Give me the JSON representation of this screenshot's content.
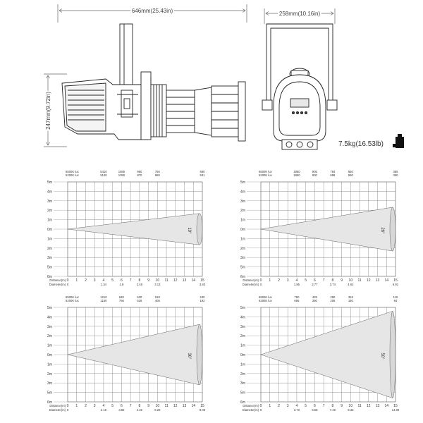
{
  "drawing": {
    "length_label": "646mm(25.43in)",
    "height_label": "247mm(9.72in)",
    "width_label": "258mm(10.16in)",
    "weight_label": "7.5kg(16.53lb)"
  },
  "charts": [
    {
      "angle": "19°",
      "lux_6500_label": "6500K lux",
      "lux_5200_label": "5200K lux",
      "lux_6500": [
        "5410",
        "1585",
        "960",
        "756",
        "590"
      ],
      "lux_5200": [
        "5100",
        "1390",
        "870",
        "680",
        "531"
      ],
      "distance_label": "Distance(m)",
      "diameter_label": "Diameter(m)",
      "distances": [
        "0",
        "1",
        "2",
        "3",
        "4",
        "5",
        "6",
        "7",
        "8",
        "9",
        "10",
        "11",
        "12",
        "13",
        "14",
        "15"
      ],
      "diameters": [
        "0",
        "1.34",
        "1.8",
        "2.48",
        "3.13",
        "3.83"
      ],
      "meters": [
        "5m",
        "4m",
        "3m",
        "2m",
        "1m",
        "0m",
        "1m",
        "2m",
        "3m",
        "5m",
        "6m"
      ],
      "half_spread": 1.66
    },
    {
      "angle": "26°",
      "lux_6500_label": "6500K lux",
      "lux_5200_label": "5200K lux",
      "lux_6500": [
        "1950",
        "905",
        "784",
        "650",
        "385"
      ],
      "lux_5200": [
        "1850",
        "830",
        "698",
        "590",
        "350"
      ],
      "distance_label": "Distance(m)",
      "diameter_label": "Diameter(m)",
      "distances": [
        "0",
        "1",
        "2",
        "3",
        "4",
        "5",
        "6",
        "7",
        "8",
        "9",
        "10",
        "11",
        "12",
        "13",
        "14",
        "15"
      ],
      "diameters": [
        "0",
        "1.85",
        "2.77",
        "3.74",
        "4.62",
        "6.91"
      ],
      "meters": [
        "5m",
        "4m",
        "3m",
        "2m",
        "1m",
        "0m",
        "1m",
        "2m",
        "3m",
        "5m",
        "6m"
      ],
      "half_spread": 2.32
    },
    {
      "angle": "36°",
      "lux_6500_label": "6500K lux",
      "lux_5200_label": "5200K lux",
      "lux_6500": [
        "1210",
        "840",
        "630",
        "518",
        "240"
      ],
      "lux_5200": [
        "1150",
        "756",
        "526",
        "405",
        "192"
      ],
      "distance_label": "Distance(m)",
      "diameter_label": "Diameter(m)",
      "distances": [
        "0",
        "1",
        "2",
        "3",
        "4",
        "5",
        "6",
        "7",
        "8",
        "9",
        "10",
        "11",
        "12",
        "13",
        "14",
        "15"
      ],
      "diameters": [
        "0",
        "2.18",
        "3.82",
        "4.32",
        "6.28",
        "9.08"
      ],
      "meters": [
        "5m",
        "4m",
        "3m",
        "2m",
        "1m",
        "0m",
        "1m",
        "2m",
        "3m",
        "5m",
        "6m"
      ],
      "half_spread": 3.2
    },
    {
      "angle": "50°",
      "lux_6500_label": "6500K lux",
      "lux_5200_label": "5200K lux",
      "lux_6500": [
        "750",
        "425",
        "290",
        "318",
        "115"
      ],
      "lux_5200": [
        "695",
        "360",
        "205",
        "160",
        "84"
      ],
      "distance_label": "Distance(m)",
      "diameter_label": "Diameter(m)",
      "distances": [
        "0",
        "1",
        "2",
        "3",
        "4",
        "5",
        "6",
        "7",
        "8",
        "9",
        "10",
        "11",
        "12",
        "13",
        "14",
        "15"
      ],
      "diameters": [
        "0",
        "3.73",
        "5.58",
        "7.46",
        "9.33",
        "14.00"
      ],
      "meters": [
        "5m",
        "4m",
        "3m",
        "2m",
        "1m",
        "0m",
        "1m",
        "2m",
        "3m",
        "5m",
        "6m"
      ],
      "half_spread": 4.6
    }
  ]
}
